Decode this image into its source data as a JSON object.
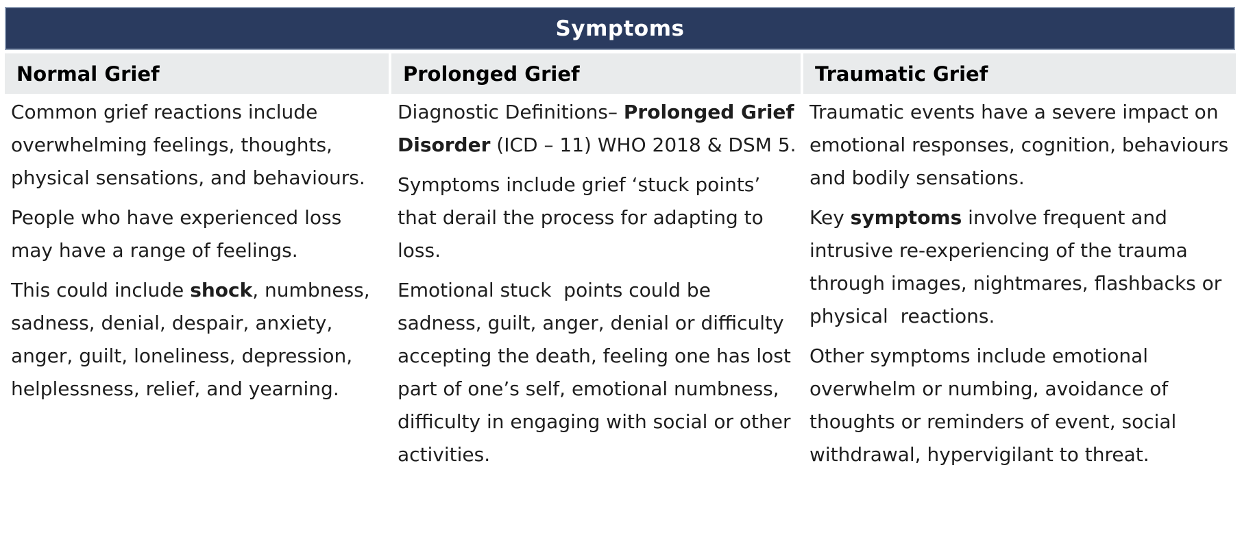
{
  "table": {
    "title": "Symptoms",
    "columns": [
      {
        "header": "Normal Grief",
        "paragraphs": [
          {
            "segments": [
              {
                "text": "Common grief reactions include overwhelming feelings, thoughts, physical sensations, and behaviours."
              }
            ]
          },
          {
            "segments": [
              {
                "text": "People who have experienced loss may have a range of feelings."
              }
            ]
          },
          {
            "segments": [
              {
                "text": "This could include "
              },
              {
                "text": "shock",
                "bold": true
              },
              {
                "text": ", numbness, sadness, denial, despair, anxiety, anger, guilt, loneliness, depression, helplessness, relief, and yearning."
              }
            ]
          }
        ]
      },
      {
        "header": "Prolonged Grief",
        "paragraphs": [
          {
            "segments": [
              {
                "text": "Diagnostic Definitions– "
              },
              {
                "text": "Prolonged Grief Disorder",
                "bold": true
              },
              {
                "text": " (ICD – 11) WHO 2018 & DSM 5."
              }
            ]
          },
          {
            "segments": [
              {
                "text": "Symptoms include grief ‘stuck points’ that derail the process for adapting to loss."
              }
            ]
          },
          {
            "segments": [
              {
                "text": "Emotional stuck  points could be sadness, guilt, anger, denial or difficulty accepting the death, feeling one has lost part of one’s self, emotional numbness, difficulty in engaging with social or other activities."
              }
            ]
          }
        ]
      },
      {
        "header": "Traumatic Grief",
        "paragraphs": [
          {
            "segments": [
              {
                "text": "Traumatic events have a severe impact on emotional responses, cognition, behaviours and bodily sensations."
              }
            ]
          },
          {
            "segments": [
              {
                "text": "Key "
              },
              {
                "text": "symptoms",
                "bold": true
              },
              {
                "text": " involve frequent and intrusive re-experiencing of the trauma through images, nightmares, flashbacks or physical  reactions."
              }
            ]
          },
          {
            "segments": [
              {
                "text": "Other symptoms include emotional overwhelm or numbing, avoidance of thoughts or reminders of event, social withdrawal, hypervigilant to threat."
              }
            ]
          }
        ]
      }
    ]
  },
  "colors": {
    "title_bar_bg": "#2a3b5f",
    "title_bar_border": "#8b9ab2",
    "title_text": "#ffffff",
    "header_row_bg": "#e9ebec",
    "body_text": "#1e1e1e"
  }
}
